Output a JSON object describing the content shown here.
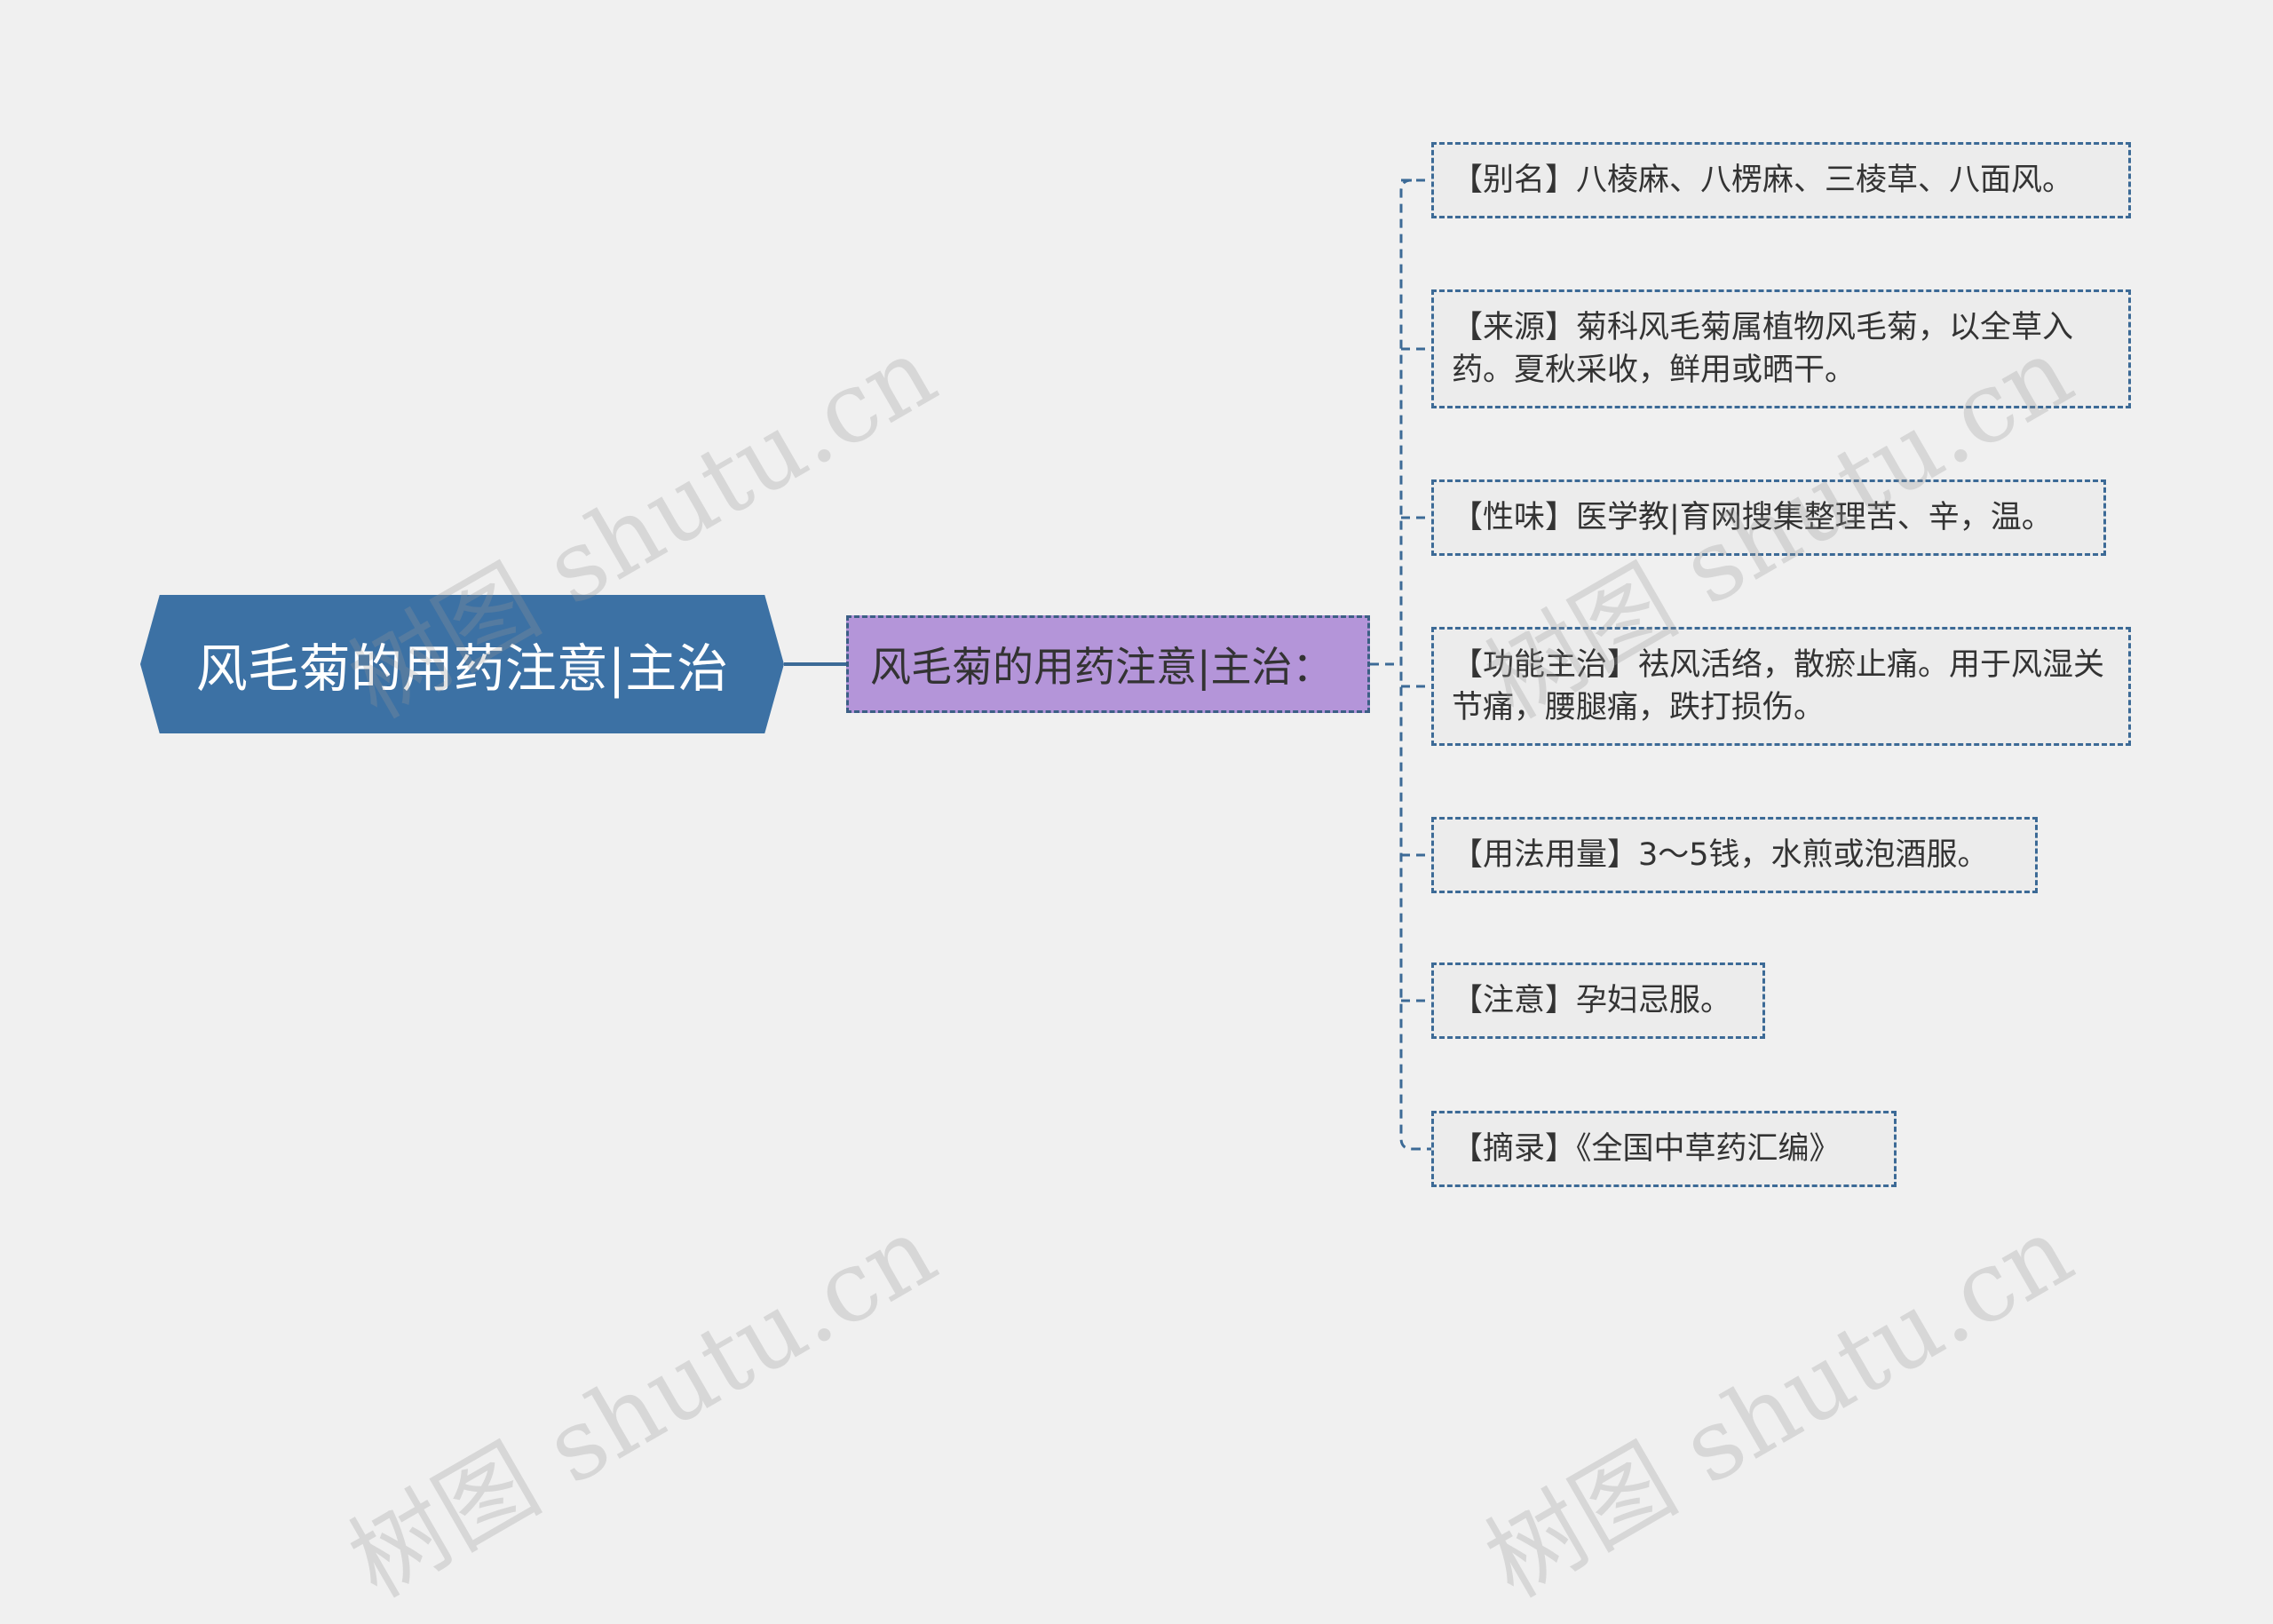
{
  "root": {
    "label": "风毛菊的用药注意|主治"
  },
  "branch": {
    "label": "风毛菊的用药注意|主治："
  },
  "leaves": [
    {
      "text": "【别名】八棱麻、八楞麻、三棱草、八面风。"
    },
    {
      "text": "【来源】菊科风毛菊属植物风毛菊，以全草入药。夏秋采收，鲜用或晒干。"
    },
    {
      "text": "【性味】医学教|育网搜集整理苦、辛，温。"
    },
    {
      "text": "【功能主治】祛风活络，散瘀止痛。用于风湿关节痛，腰腿痛，跌打损伤。"
    },
    {
      "text": "【用法用量】3～5钱，水煎或泡酒服。"
    },
    {
      "text": "【注意】孕妇忌服。"
    },
    {
      "text": "【摘录】《全国中草药汇编》"
    }
  ],
  "watermark": {
    "text": "树图 shutu.cn"
  },
  "colors": {
    "background": "#f0f0f0",
    "root_fill": "#3c71a4",
    "branch_fill": "#b495d9",
    "leaf_fill": "#ececec",
    "connector": "#3c6a96"
  }
}
